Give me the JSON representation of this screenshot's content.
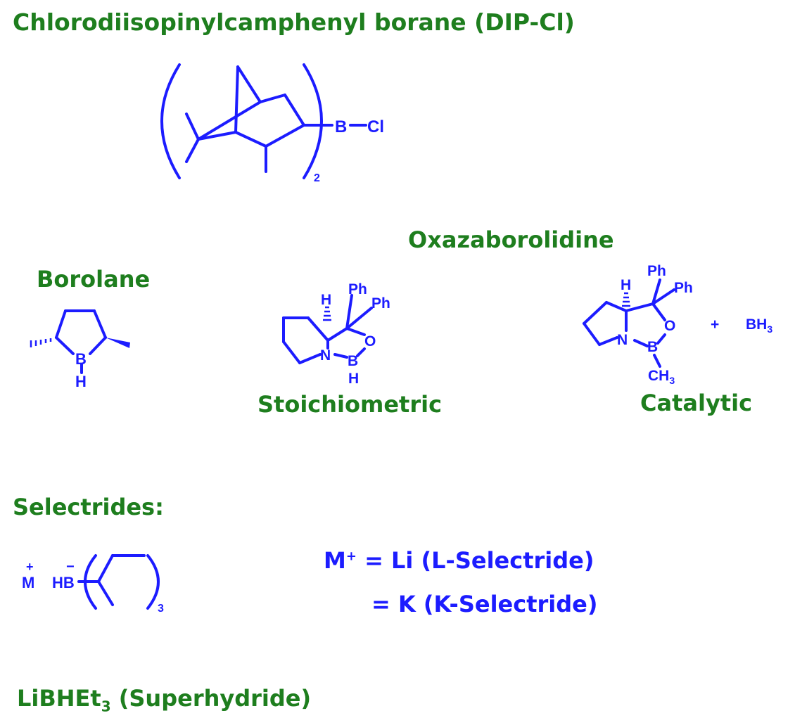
{
  "headings": {
    "dip_title": "Chlorodiisopinylcamphenyl borane (DIP-Cl)",
    "borolane": "Borolane",
    "oxazaborolidine": "Oxazaborolidine",
    "stoichiometric": "Stoichiometric",
    "catalytic": "Catalytic",
    "selectrides": "Selectrides:",
    "superhydride_formula": "LiBHEt",
    "superhydride_sub": "3",
    "superhydride_name": " (Superhydride)"
  },
  "equations": {
    "line1_m": "M",
    "line1_plus": "+",
    "line1_rest": " = Li (L-Selectride)",
    "line2": "= K (K-Selectride)"
  },
  "atoms": {
    "dip_b": "B",
    "dip_cl": "Cl",
    "dip_subscript": "2",
    "borolane_b": "B",
    "borolane_h": "H",
    "stoich_h": "H",
    "stoich_ph1": "Ph",
    "stoich_ph2": "Ph",
    "stoich_o": "O",
    "stoich_n": "N",
    "stoich_b": "B",
    "stoich_bh": "H",
    "cat_ph1": "Ph",
    "cat_h": "H",
    "cat_ph2": "Ph",
    "cat_o": "O",
    "cat_n": "N",
    "cat_b": "B",
    "cat_ch": "CH",
    "cat_ch_sub": "3",
    "cat_plus": "+",
    "cat_bh": "BH",
    "cat_bh_sub": "3",
    "sel_plus": "+",
    "sel_m": "M",
    "sel_minus": "−",
    "sel_hb": "HB",
    "sel_subscript": "3"
  },
  "colors": {
    "heading_green": "#1e7e1e",
    "structure_blue": "#1c1cff"
  }
}
